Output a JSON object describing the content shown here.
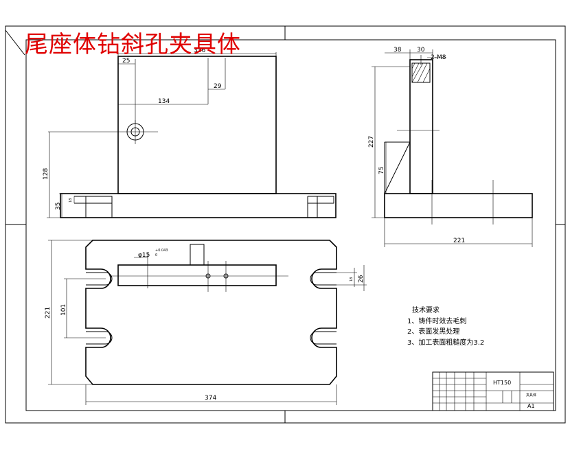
{
  "title": "尾座体钻斜孔夹具体",
  "colors": {
    "title": "#e00000",
    "lines": "#000000",
    "background": "#ffffff"
  },
  "front_view": {
    "dim_336": "336",
    "dim_25": "25",
    "dim_29": "29",
    "dim_134": "134",
    "dim_128": "128",
    "dim_35": "35",
    "dim_18": "18"
  },
  "side_view": {
    "dim_38": "38",
    "dim_30": "30",
    "dim_thread": "2-M8",
    "dim_227": "227",
    "dim_75": "75",
    "dim_221": "221"
  },
  "plan_view": {
    "dim_221": "221",
    "dim_101": "101",
    "dim_374": "374",
    "dim_18": "18",
    "dim_26": "26",
    "dim_phi": "φ15",
    "tol_upper": "+0.043",
    "tol_lower": "0"
  },
  "notes": {
    "heading": "技术要求",
    "items": [
      "1、铸件时效去毛刺",
      "2、表面发黑处理",
      "3、加工表面粗糙度为3.2"
    ]
  },
  "title_block": {
    "material": "HT150",
    "name": "夹具体",
    "size": "A1"
  }
}
